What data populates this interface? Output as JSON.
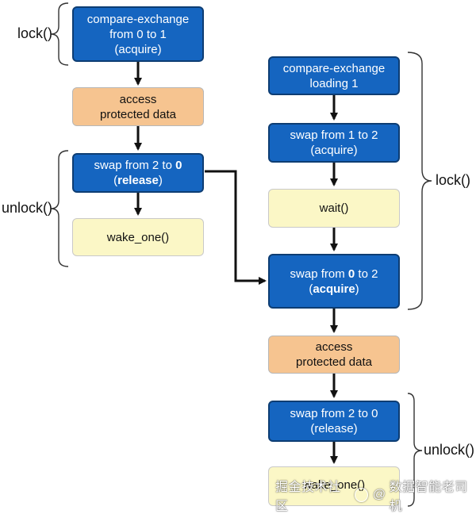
{
  "left": {
    "lock_label": "lock()",
    "unlock_label": "unlock()",
    "box1": {
      "line1": "compare-exchange",
      "line2": "from 0 to 1",
      "line3": "(acquire)"
    },
    "box2": {
      "line1": "access",
      "line2": "protected data"
    },
    "box3": {
      "pre": "swap from 2 to ",
      "bold_value": "0",
      "open": "(",
      "bold_ordering": "release",
      "close": ")"
    },
    "box4": {
      "text": "wake_one()"
    }
  },
  "right": {
    "lock_label": "lock()",
    "unlock_label": "unlock()",
    "box1": {
      "line1": "compare-exchange",
      "line2": "loading 1"
    },
    "box2": {
      "line1": "swap from 1 to 2",
      "line2": "(acquire)"
    },
    "box3": {
      "text": "wait()"
    },
    "box4": {
      "pre": "swap from ",
      "bold_value": "0",
      "post": " to 2",
      "open": "(",
      "bold_ordering": "acquire",
      "close": ")"
    },
    "box5": {
      "line1": "access",
      "line2": "protected data"
    },
    "box6": {
      "line1": "swap from 2 to 0",
      "line2": "(release)"
    },
    "box7": {
      "text": "wake_one()"
    }
  },
  "watermark": {
    "text1": "掘金技术社区",
    "at": "@",
    "text2": "数据智能老司机"
  },
  "colors": {
    "blue": "#1565c0",
    "orange": "#f6c490",
    "yellow": "#fbf7c6",
    "line": "#111111"
  }
}
